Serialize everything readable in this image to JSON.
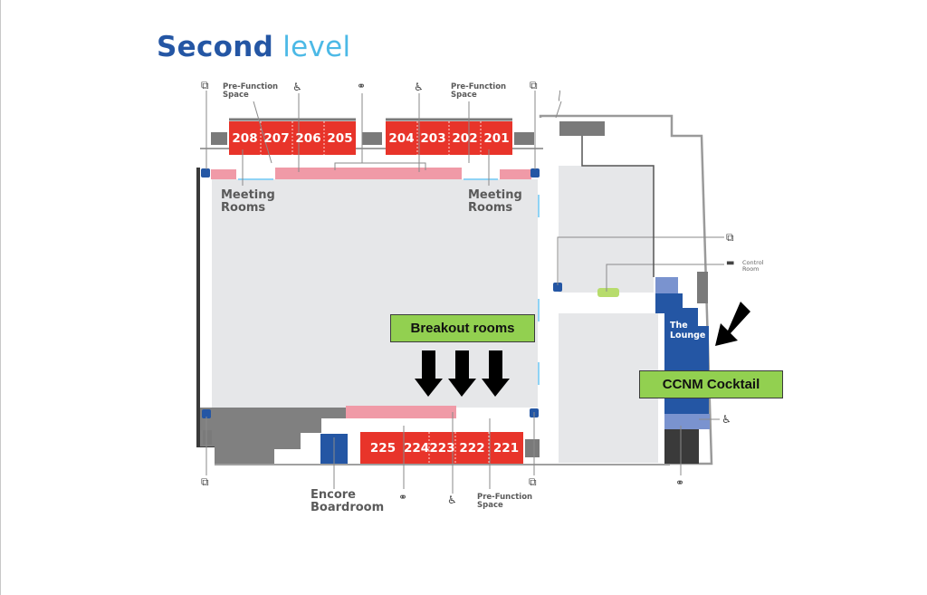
{
  "title": {
    "bold": "Second",
    "light": "level"
  },
  "colors": {
    "title_bold": "#2456a4",
    "title_light": "#4cb9e6",
    "meeting_room": "#e8342a",
    "pre_function": "#f09aa7",
    "ballroom": "#e6e7e9",
    "lounge": "#2456a4",
    "callout": "#92d050",
    "service": "#808080"
  },
  "labels": {
    "pre_function_top_left": [
      "Pre-Function",
      "Space"
    ],
    "pre_function_top_right": [
      "Pre-Function",
      "Space"
    ],
    "pre_function_bottom": [
      "Pre-Function",
      "Space"
    ],
    "meeting_rooms_left": [
      "Meeting",
      "Rooms"
    ],
    "meeting_rooms_right": [
      "Meeting",
      "Rooms"
    ],
    "encore_boardroom": [
      "Encore",
      "Boardroom"
    ],
    "the_lounge": [
      "The",
      "Lounge"
    ],
    "control_room": [
      "Control",
      "Room"
    ]
  },
  "rooms_top": [
    "208",
    "207",
    "206",
    "205",
    "204",
    "203",
    "202",
    "201"
  ],
  "rooms_bottom": [
    "225",
    "224",
    "223",
    "222",
    "221"
  ],
  "callouts": {
    "breakout": "Breakout rooms",
    "cocktail": "CCNM Cocktail"
  },
  "icons": {
    "elevator": "elevator-icon",
    "restroom": "restroom-icon",
    "accessible_restroom": "accessible-restroom-icon",
    "escalator": "escalator-icon",
    "control_room": "control-room-icon",
    "arrow_down": "arrow-down-icon",
    "arrow_diagonal": "arrow-diagonal-icon"
  },
  "glyphs": {
    "elevator": "⧉",
    "restroom": "🚻",
    "man_woman": "⚭",
    "accessible": "♿"
  }
}
